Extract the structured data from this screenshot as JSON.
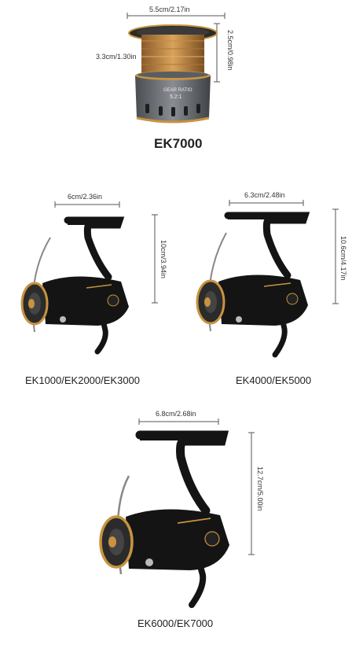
{
  "spool": {
    "top_dim": "5.5cm/2.17in",
    "left_dim": "3.3cm/1.30in",
    "right_dim": "2.5cm/0.98in",
    "engraving_line1": "GEAR RATIO",
    "engraving_line2": "5.2:1",
    "model": "EK7000"
  },
  "reels": [
    {
      "width_dim": "6cm/2.36in",
      "height_dim": "10cm/3.94in",
      "caption": "EK1000/EK2000/EK3000"
    },
    {
      "width_dim": "6.3cm/2.48in",
      "height_dim": "10.6cm/4.17in",
      "caption": "EK4000/EK5000"
    },
    {
      "width_dim": "6.8cm/2.68in",
      "height_dim": "12.7cm/5.00in",
      "caption": "EK6000/EK7000"
    }
  ],
  "colors": {
    "gold": "#c8933f",
    "metal": "#6e7177",
    "black": "#141414"
  }
}
